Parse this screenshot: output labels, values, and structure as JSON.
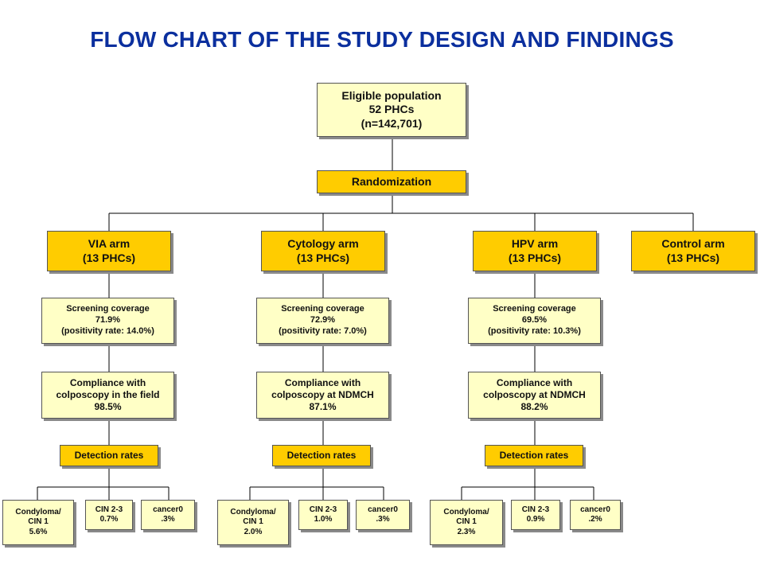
{
  "title": "FLOW CHART OF THE STUDY DESIGN AND FINDINGS",
  "eligible": {
    "line1": "Eligible population",
    "line2": "52 PHCs",
    "line3": "(n=142,701)"
  },
  "randomization": "Randomization",
  "arms": {
    "via": {
      "name": "VIA arm",
      "phcs": "(13 PHCs)",
      "coverage": {
        "line1": "Screening coverage",
        "line2": "71.9%",
        "line3": "(positivity rate: 14.0%)"
      },
      "compliance": {
        "line1": "Compliance with",
        "line2": "colposcopy in the field",
        "line3": "98.5%"
      },
      "detection": "Detection rates",
      "outcomes": {
        "condyloma": {
          "line1": "Condyloma/",
          "line2": "CIN 1",
          "line3": "5.6%"
        },
        "cin23": {
          "line1": "CIN 2-3",
          "line2": "0.7%"
        },
        "cancer": {
          "line1": "cancer0",
          "line2": ".3%"
        }
      }
    },
    "cytology": {
      "name": "Cytology arm",
      "phcs": "(13 PHCs)",
      "coverage": {
        "line1": "Screening coverage",
        "line2": "72.9%",
        "line3": "(positivity rate: 7.0%)"
      },
      "compliance": {
        "line1": "Compliance with",
        "line2": "colposcopy at NDMCH",
        "line3": "87.1%"
      },
      "detection": "Detection rates",
      "outcomes": {
        "condyloma": {
          "line1": "Condyloma/",
          "line2": "CIN 1",
          "line3": "2.0%"
        },
        "cin23": {
          "line1": "CIN 2-3",
          "line2": "1.0%"
        },
        "cancer": {
          "line1": "cancer0",
          "line2": ".3%"
        }
      }
    },
    "hpv": {
      "name": "HPV arm",
      "phcs": "(13 PHCs)",
      "coverage": {
        "line1": "Screening coverage",
        "line2": "69.5%",
        "line3": "(positivity rate: 10.3%)"
      },
      "compliance": {
        "line1": "Compliance with",
        "line2": "colposcopy at NDMCH",
        "line3": "88.2%"
      },
      "detection": "Detection rates",
      "outcomes": {
        "condyloma": {
          "line1": "Condyloma/",
          "line2": "CIN 1",
          "line3": "2.3%"
        },
        "cin23": {
          "line1": "CIN 2-3",
          "line2": "0.9%"
        },
        "cancer": {
          "line1": "cancer0",
          "line2": ".2%"
        }
      }
    },
    "control": {
      "name": "Control arm",
      "phcs": "(13 PHCs)"
    }
  },
  "colors": {
    "title": "#0b2f9e",
    "pale_box": "#ffffc6",
    "gold_box": "#ffcc00",
    "connector": "#000000"
  }
}
